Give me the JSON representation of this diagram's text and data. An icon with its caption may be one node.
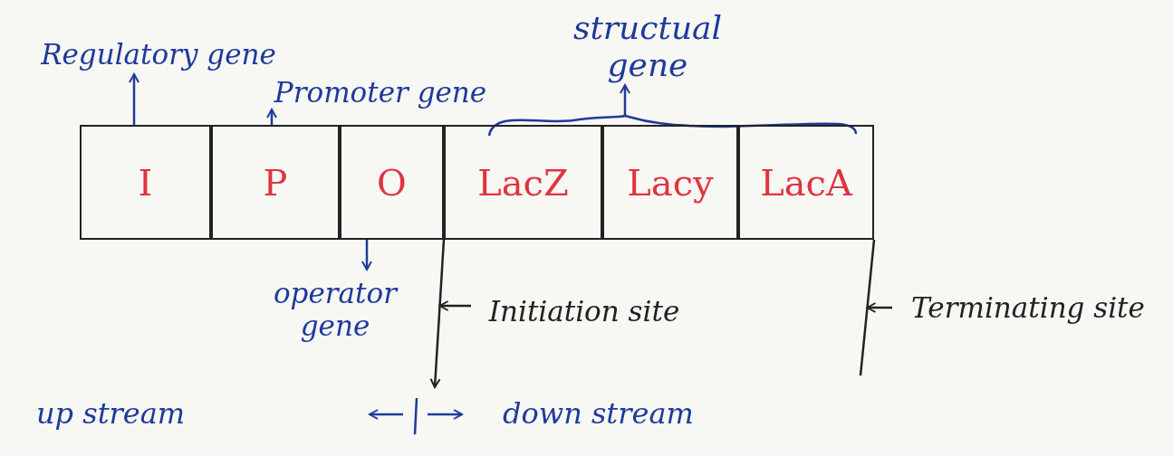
{
  "diagram": {
    "nodes": [
      {
        "text": [
          "Regulatory gene"
        ]
      },
      {
        "text": [
          "Promoter gene"
        ]
      },
      {
        "text": [
          "structual gene"
        ]
      },
      {
        "text": [
          "I"
        ]
      },
      {
        "text": [
          "P"
        ]
      },
      {
        "text": [
          "O"
        ]
      },
      {
        "text": [
          "LacZ"
        ]
      },
      {
        "text": [
          "Lacy"
        ]
      },
      {
        "text": [
          "LacA"
        ]
      },
      {
        "text": [
          "operator gene"
        ]
      },
      {
        "text": [
          "Initiation site"
        ]
      },
      {
        "text": [
          "Terminating site"
        ]
      },
      {
        "text": [],
        "shape": "brace"
      },
      {
        "text": [],
        "shape": "line"
      },
      {
        "text": [],
        "shape": "line"
      }
    ],
    "edges": [
      {
        "from": 3,
        "to": 0,
        "arrow": "to"
      },
      {
        "from": 4,
        "to": 1,
        "arrow": "to"
      },
      {
        "from": 12,
        "to": 2,
        "arrow": "to"
      },
      {
        "from": 5,
        "to": 9,
        "arrow": "to"
      },
      {
        "from": 10,
        "to": 13,
        "arrow": "to",
        "color": "#222222"
      },
      {
        "from": 11,
        "to": 14,
        "arrow": "to",
        "color": "#222222"
      }
    ],
    "labels": [
      "up stream",
      "down stream"
    ]
  }
}
